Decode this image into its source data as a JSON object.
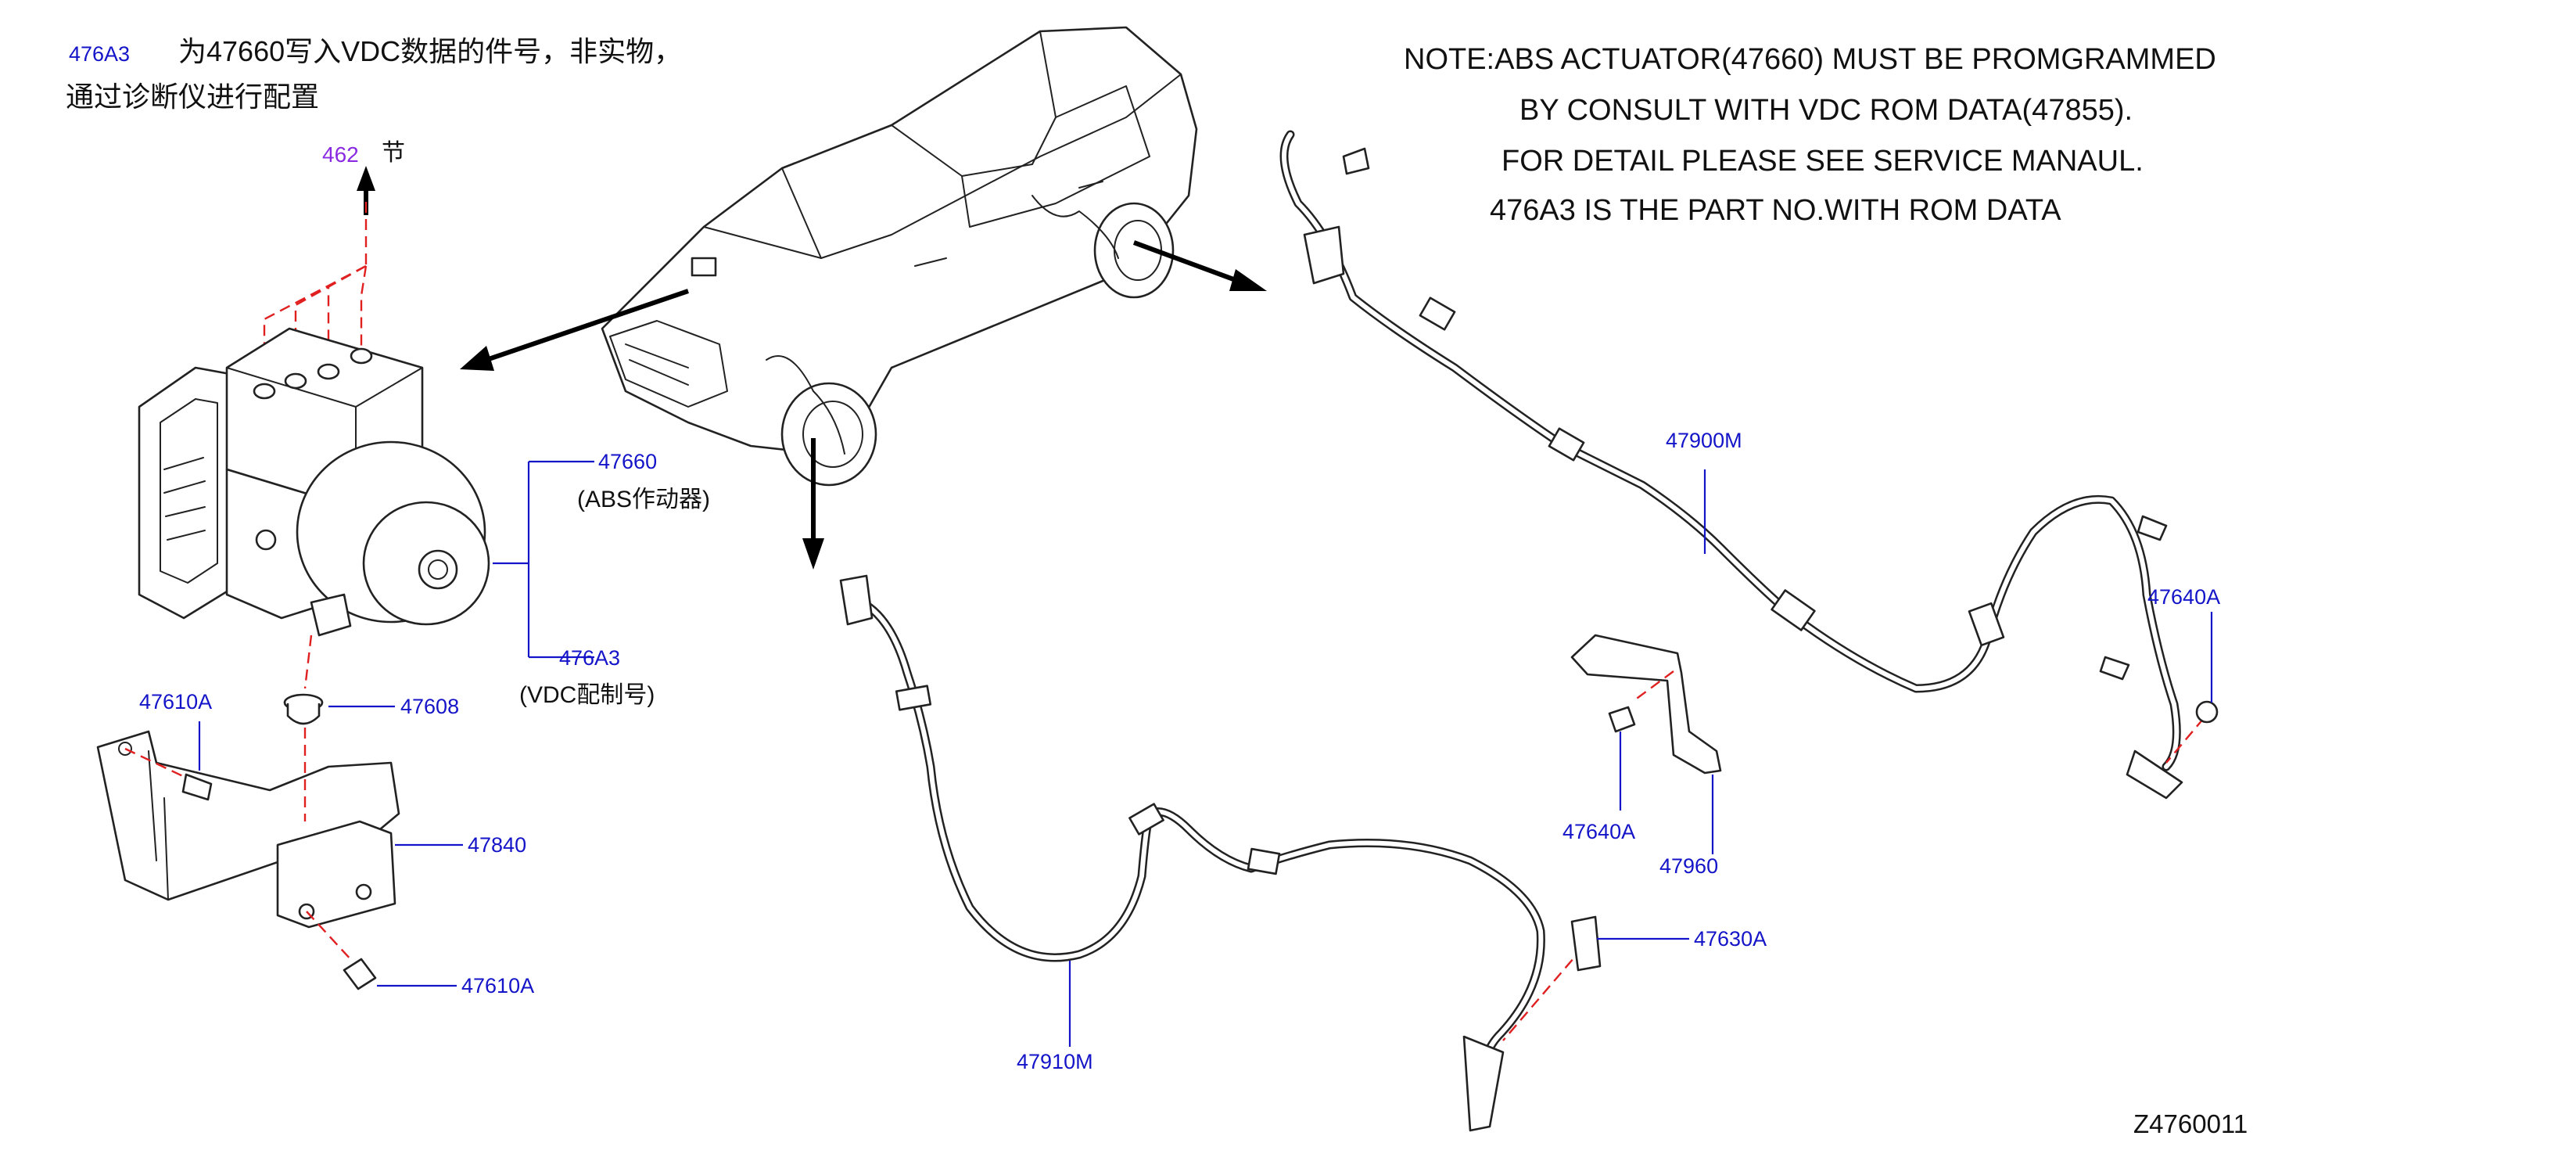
{
  "header_note_cn": {
    "code": "476A3",
    "line1": "为47660写入VDC数据的件号，非实物，",
    "line2": "通过诊断仪进行配置",
    "section_ref": "462",
    "section_word": "节"
  },
  "note_en": {
    "line1": "NOTE:ABS  ACTUATOR(47660)  MUST  BE  PROMGRAMMED",
    "line2": "BY  CONSULT  WITH  VDC  ROM  DATA(47855).",
    "line3": "FOR  DETAIL  PLEASE  SEE  SERVICE  MANAUL.",
    "line4": "476A3  IS  THE  PART  NO.WITH  ROM  DATA"
  },
  "callouts": {
    "abs_actuator": {
      "number": "47660",
      "desc": "(ABS作动器)"
    },
    "vdc_config": {
      "number": "476A3",
      "desc": "(VDC配制号)"
    },
    "grommet": "47608",
    "bolt_upper": "47610A",
    "bracket": "47840",
    "bolt_lower": "47610A",
    "rear_sensor": "47900M",
    "clip_right": "47640A",
    "clip_mid": "47640A",
    "rear_bracket": "47960",
    "front_bolt": "47630A",
    "front_sensor": "47910M"
  },
  "diagram_code": "Z4760011",
  "colors": {
    "callout_text": "#1414c8",
    "section_ref": "#8a2be2",
    "dashed_line": "#e02020",
    "line_art": "#222222"
  }
}
